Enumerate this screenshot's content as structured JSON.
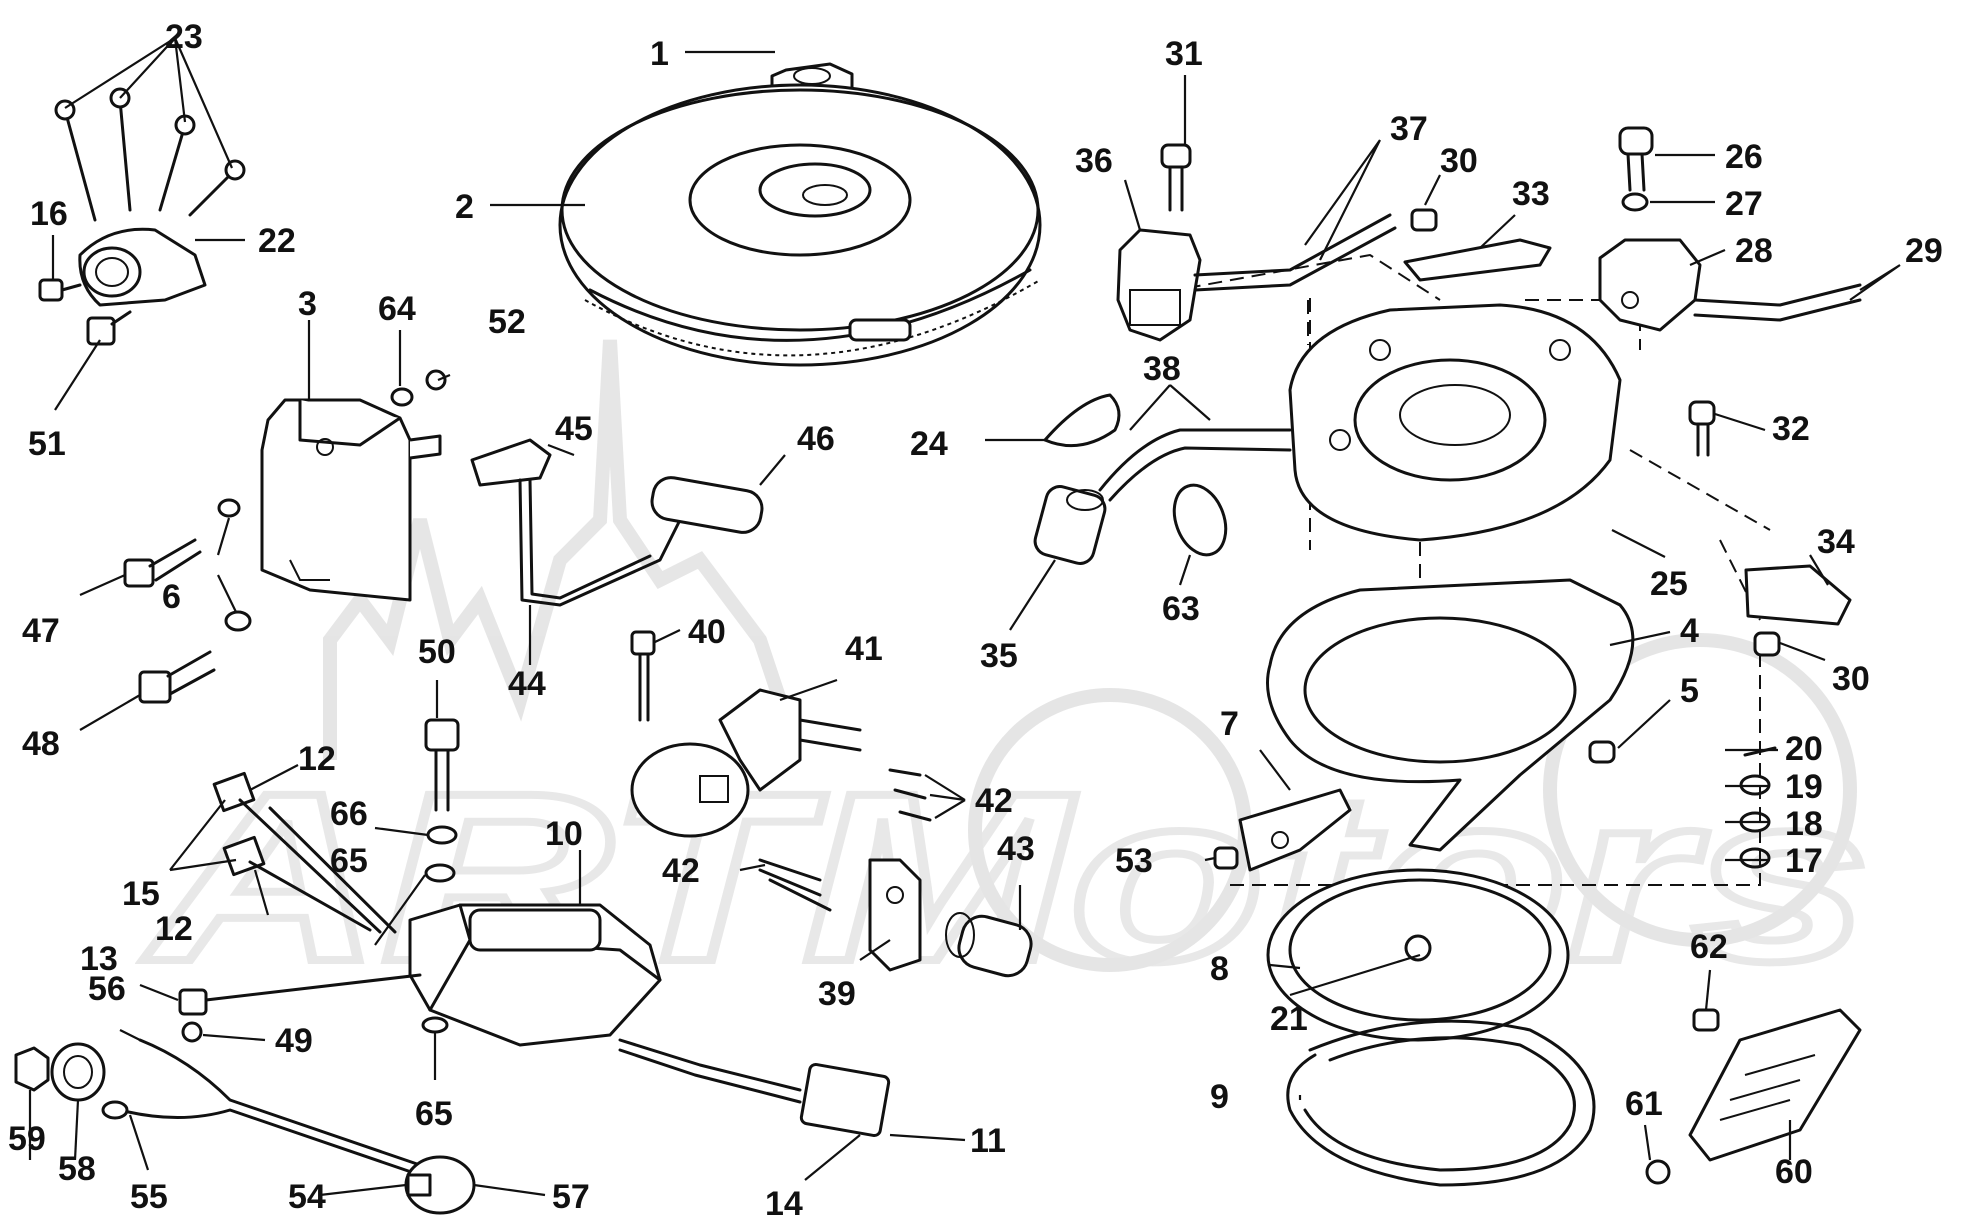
{
  "watermark": {
    "text": "ARTMotors"
  },
  "callouts": [
    {
      "label": "1"
    },
    {
      "label": "2"
    },
    {
      "label": "3"
    },
    {
      "label": "4"
    },
    {
      "label": "5"
    },
    {
      "label": "6"
    },
    {
      "label": "7"
    },
    {
      "label": "8"
    },
    {
      "label": "9"
    },
    {
      "label": "10"
    },
    {
      "label": "11"
    },
    {
      "label": "12"
    },
    {
      "label": "12"
    },
    {
      "label": "13"
    },
    {
      "label": "14"
    },
    {
      "label": "15"
    },
    {
      "label": "16"
    },
    {
      "label": "17"
    },
    {
      "label": "18"
    },
    {
      "label": "19"
    },
    {
      "label": "20"
    },
    {
      "label": "21"
    },
    {
      "label": "22"
    },
    {
      "label": "23"
    },
    {
      "label": "24"
    },
    {
      "label": "25"
    },
    {
      "label": "26"
    },
    {
      "label": "27"
    },
    {
      "label": "28"
    },
    {
      "label": "29"
    },
    {
      "label": "30"
    },
    {
      "label": "30"
    },
    {
      "label": "31"
    },
    {
      "label": "32"
    },
    {
      "label": "33"
    },
    {
      "label": "34"
    },
    {
      "label": "35"
    },
    {
      "label": "36"
    },
    {
      "label": "37"
    },
    {
      "label": "38"
    },
    {
      "label": "39"
    },
    {
      "label": "40"
    },
    {
      "label": "41"
    },
    {
      "label": "42"
    },
    {
      "label": "42"
    },
    {
      "label": "43"
    },
    {
      "label": "44"
    },
    {
      "label": "45"
    },
    {
      "label": "46"
    },
    {
      "label": "47"
    },
    {
      "label": "48"
    },
    {
      "label": "49"
    },
    {
      "label": "50"
    },
    {
      "label": "51"
    },
    {
      "label": "52"
    },
    {
      "label": "53"
    },
    {
      "label": "54"
    },
    {
      "label": "55"
    },
    {
      "label": "56"
    },
    {
      "label": "57"
    },
    {
      "label": "58"
    },
    {
      "label": "59"
    },
    {
      "label": "60"
    },
    {
      "label": "61"
    },
    {
      "label": "62"
    },
    {
      "label": "63"
    },
    {
      "label": "64"
    },
    {
      "label": "65"
    },
    {
      "label": "65"
    },
    {
      "label": "66"
    }
  ]
}
